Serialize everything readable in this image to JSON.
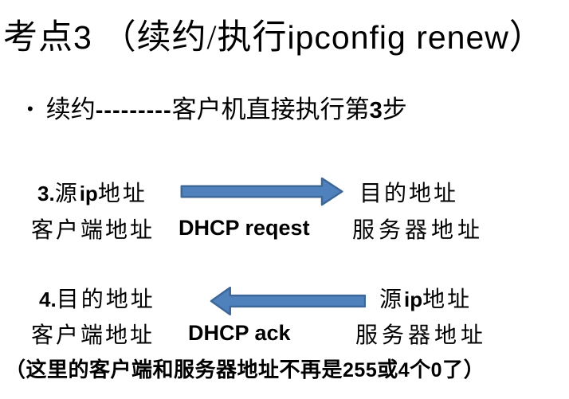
{
  "colors": {
    "background": "#ffffff",
    "text": "#000000",
    "arrow_fill": "#4f81bd",
    "arrow_border": "#3d6796"
  },
  "title": {
    "part_zh1": "考点",
    "part_num": "3",
    "part_zh2": " （续约/执行",
    "part_latin": "ipconfig renew",
    "part_zh3": "）"
  },
  "bullet": {
    "marker": "•",
    "zh1": "续约",
    "dashes": "---------",
    "zh2": "客户机直接执行第",
    "num": "3",
    "zh3": "步"
  },
  "diagram": {
    "step3": {
      "num": "3.",
      "src_zh1": "源",
      "src_latin": "ip",
      "src_zh2": "地址",
      "dest_label": "目的地址",
      "client_label": "客户端地址",
      "message": "DHCP reqest",
      "server_label": "服务器地址",
      "arrow_direction": "right"
    },
    "step4": {
      "num": "4.",
      "dest_label": "目的地址",
      "src_zh1": "源",
      "src_latin": "ip",
      "src_zh2": "地址",
      "client_label": "客户端地址",
      "message": "DHCP ack",
      "server_label": "服务器地址",
      "arrow_direction": "left"
    }
  },
  "note": {
    "zh1": "（这里的客户端和服务器地址不再是",
    "num1": "255",
    "zh2": "或",
    "num2": "4",
    "zh3": "个",
    "num3": "0",
    "zh4": "了）"
  }
}
